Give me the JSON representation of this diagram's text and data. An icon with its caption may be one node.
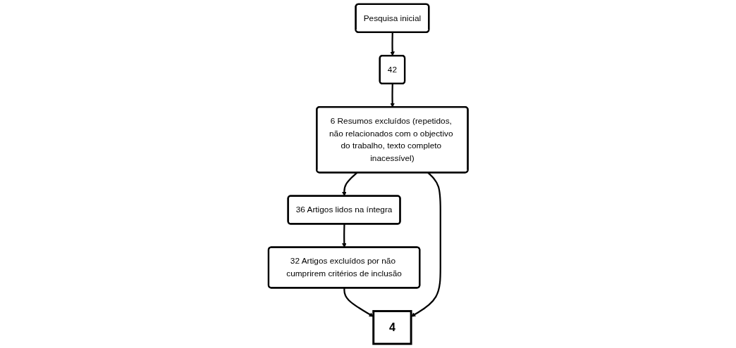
{
  "diagram": {
    "nodes": [
      {
        "text": [
          "Pesquisa inicial"
        ]
      },
      {
        "text": [
          "42"
        ]
      },
      {
        "text": [
          "6 Resumos excluídos (repetidos, não relacionados com o objectivo do trabalho, texto completo inacessível)"
        ]
      },
      {
        "text": [
          "36 Artigos lidos na íntegra"
        ]
      },
      {
        "text": [
          "32 Artigos excluídos por não cumprirem critérios de inclusão"
        ]
      },
      {
        "text": [
          "4"
        ]
      }
    ],
    "edges": [
      {
        "from": 0,
        "to": 1,
        "arrow": "to"
      },
      {
        "from": 1,
        "to": 2,
        "arrow": "to"
      },
      {
        "from": 2,
        "to": 3,
        "arrow": "to"
      },
      {
        "from": 3,
        "to": 4,
        "arrow": "to"
      },
      {
        "from": 4,
        "to": 5,
        "arrow": "to"
      },
      {
        "from": 2,
        "to": 5,
        "arrow": "to"
      }
    ]
  }
}
